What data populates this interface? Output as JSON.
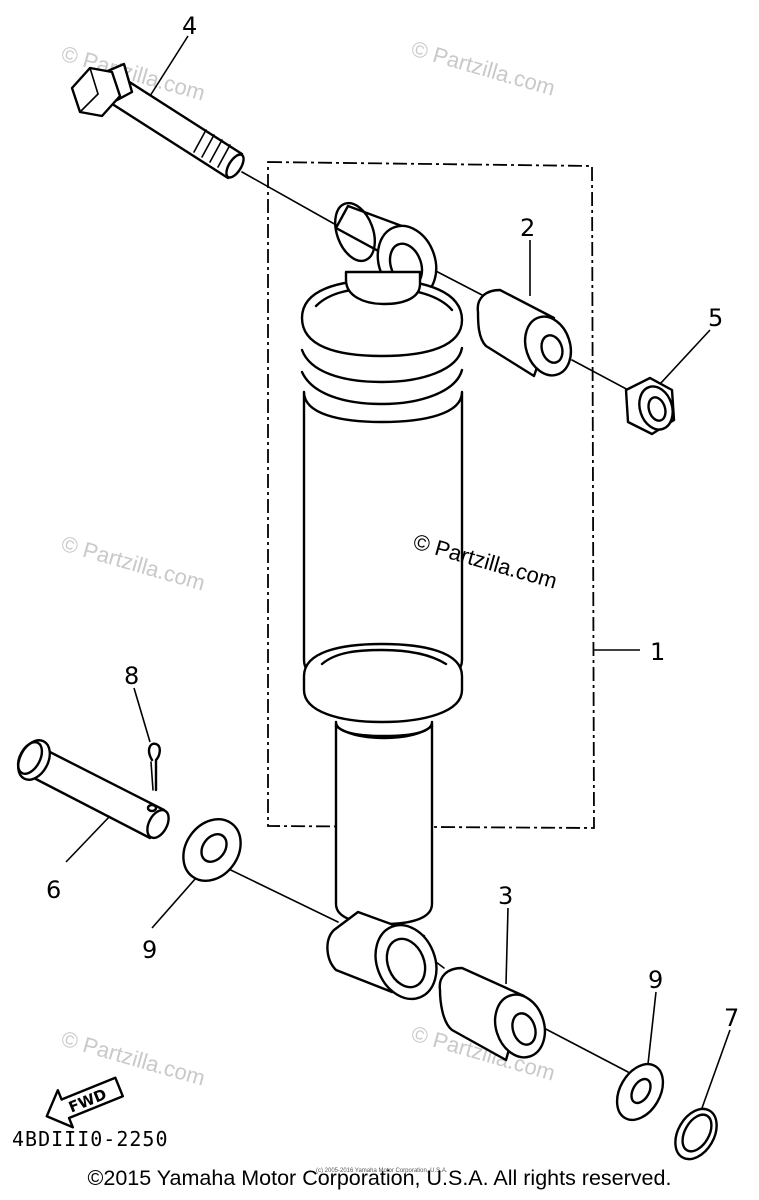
{
  "callouts": {
    "c1": "1",
    "c2": "2",
    "c3": "3",
    "c4": "4",
    "c5": "5",
    "c6": "6",
    "c7": "7",
    "c8": "8",
    "c9a": "9",
    "c9b": "9"
  },
  "fwd_label": "FWD",
  "diagram_code": "4BDIII0-2250",
  "watermark": "© Partzilla.com",
  "watermark_main": "© Partzilla.com",
  "tiny_notice": "(c) 2005-2016 Yamaha Motor Corporation, U.S.A.",
  "copyright": "©2015 Yamaha Motor Corporation, U.S.A. All rights reserved.",
  "colors": {
    "line": "#000000",
    "watermark": "#c9c9c9",
    "background": "#ffffff"
  }
}
